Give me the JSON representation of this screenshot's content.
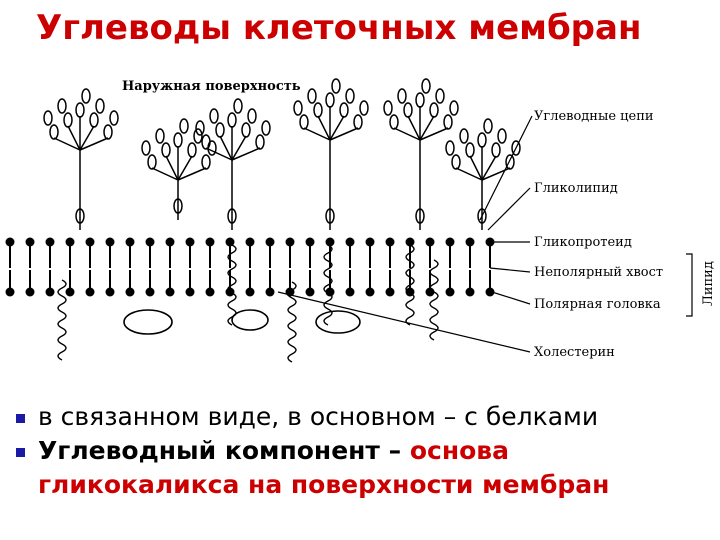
{
  "title": "Углеводы клеточных мембран",
  "diagram": {
    "top_label": "Наружная поверхность",
    "labels": [
      "Углеводные цепи",
      "Гликолипид",
      "Гликопротеид",
      "Неполярный хвост",
      "Полярная головка",
      "Холестерин"
    ],
    "bracket_label": "Липид"
  },
  "bullets": {
    "item1": "в связанном виде, в основном – с белками",
    "item2_part1": "Углеводный компонент – ",
    "item2_part2": "основа",
    "item2_part3": "гликокаликса на поверхности мембран"
  },
  "colors": {
    "title": "#cc0000",
    "accent": "#cc0000",
    "bullet": "#1a1aa6"
  }
}
